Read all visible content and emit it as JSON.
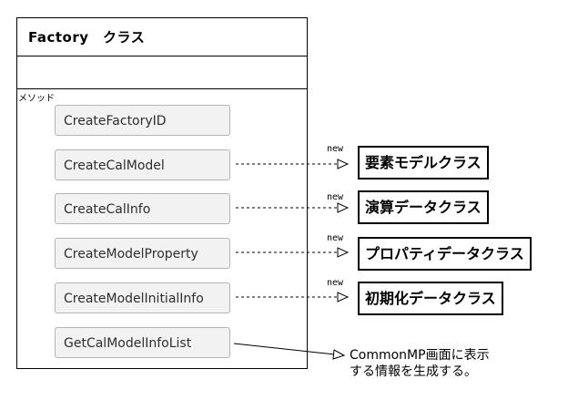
{
  "factory_class": {
    "title": "Factory　クラス",
    "section_label": "メソッド",
    "methods": [
      "CreateFactoryID",
      "CreateCalModel",
      "CreateCalInfo",
      "CreateModelProperty",
      "CreateModelInitialInfo",
      "GetCalModelInfoList"
    ]
  },
  "targets": [
    {
      "new_label": "new",
      "label": "要素モデルクラス"
    },
    {
      "new_label": "new",
      "label": "演算データクラス"
    },
    {
      "new_label": "new",
      "label": "プロパティデータクラス"
    },
    {
      "new_label": "new",
      "label": "初期化データクラス"
    }
  ],
  "note": {
    "line1": "CommonMP画面に表示",
    "line2": "する情報を生成する。"
  }
}
